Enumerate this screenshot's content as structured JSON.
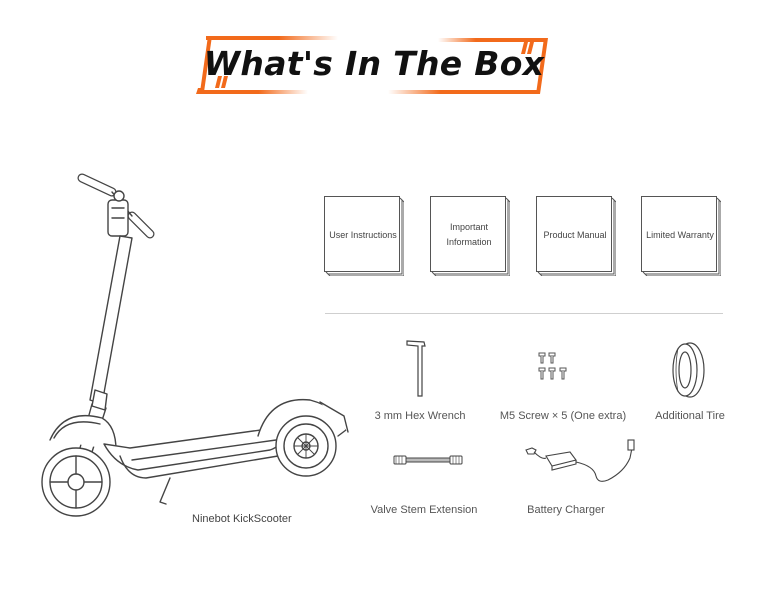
{
  "banner": {
    "title": "What's In The Box",
    "accent_color": "#F26A1B"
  },
  "booklets": [
    {
      "label": "User Instructions"
    },
    {
      "label": "Important Information"
    },
    {
      "label": "Product Manual"
    },
    {
      "label": "Limited Warranty"
    }
  ],
  "items": {
    "hex_wrench": "3 mm Hex Wrench",
    "screws": "M5 Screw × 5 (One extra)",
    "tire": "Additional Tire",
    "valve": "Valve Stem Extension",
    "charger": "Battery Charger"
  },
  "scooter": {
    "label": "Ninebot KickScooter"
  }
}
